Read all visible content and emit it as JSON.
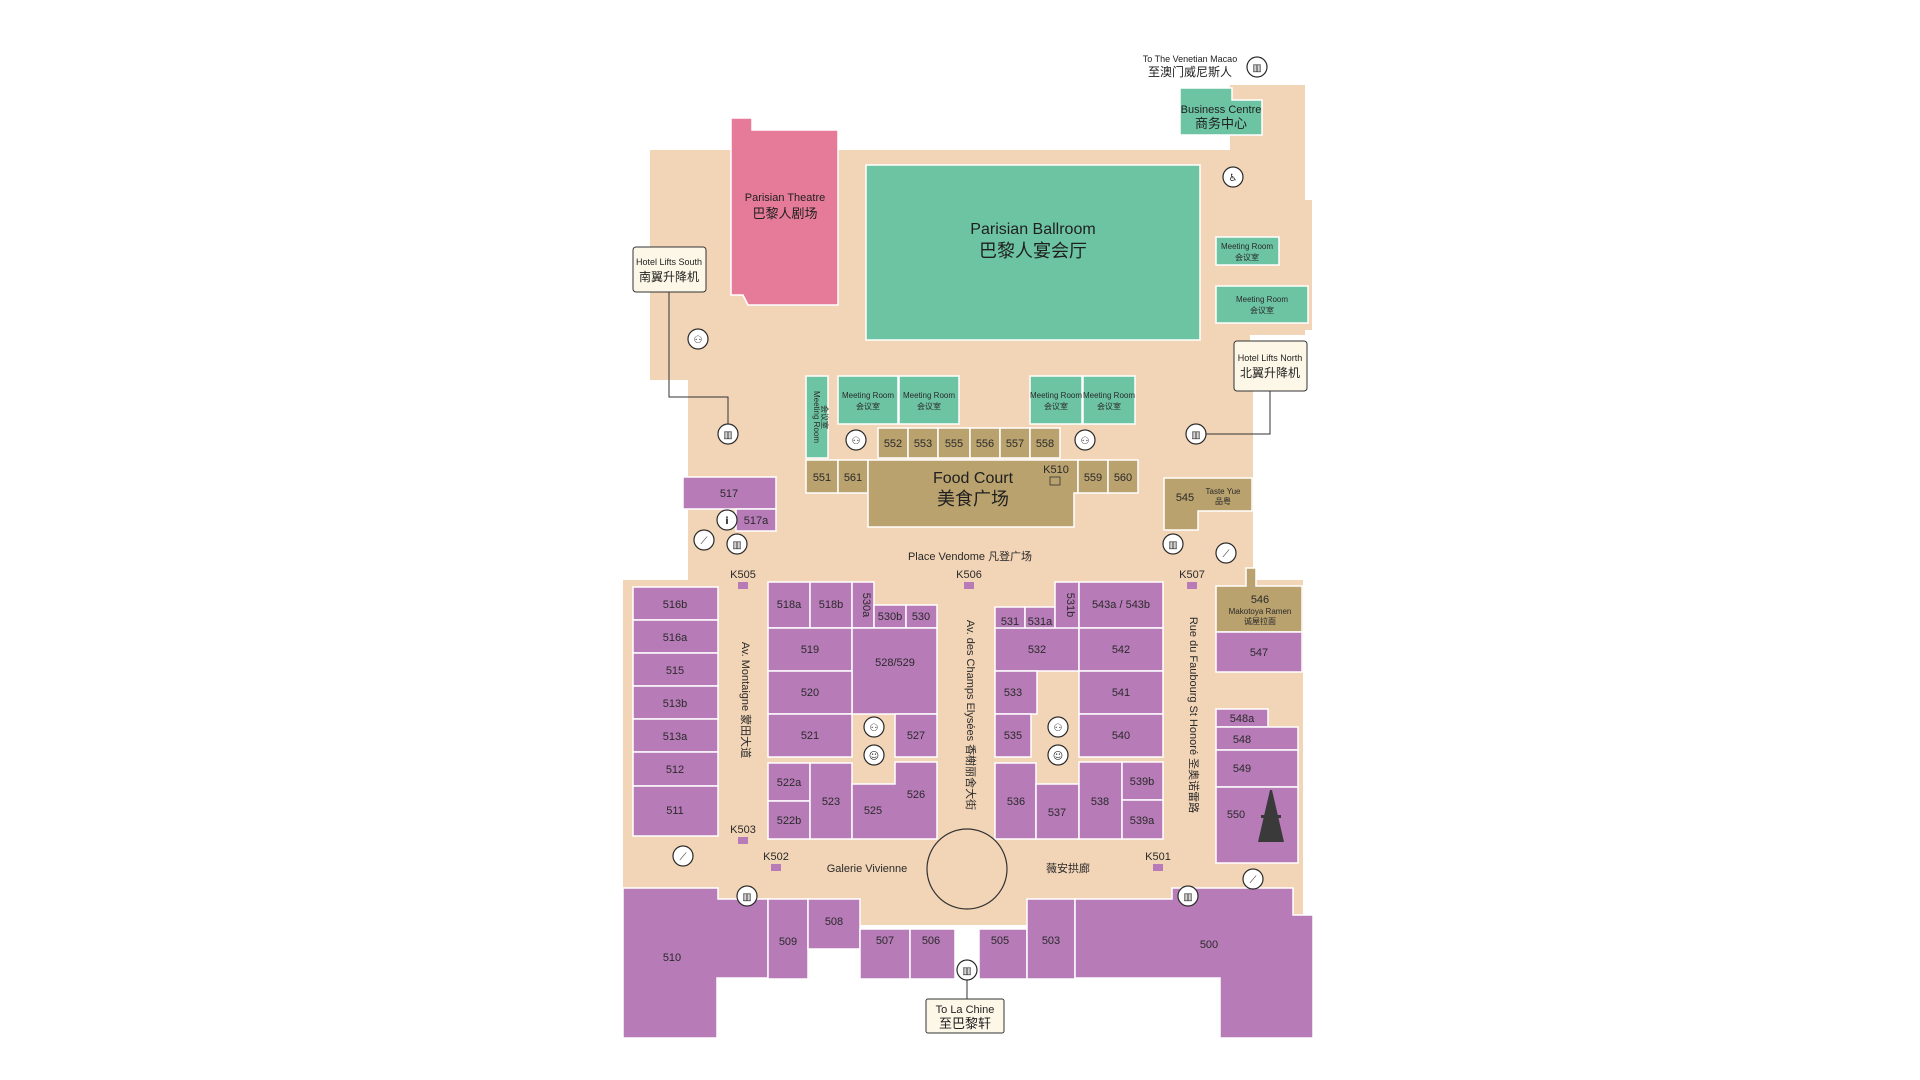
{
  "colors": {
    "floor": "#f2d4b6",
    "shop": "#b77bb8",
    "meeting": "#6dc4a3",
    "dining": "#b9a26e",
    "theatre": "#e57b99"
  },
  "labels": {
    "venetian_en": "To The Venetian Macao",
    "venetian_cn": "至澳门威尼斯人",
    "business_en": "Business Centre",
    "business_cn": "商务中心",
    "theatre_en": "Parisian Theatre",
    "theatre_cn": "巴黎人剧场",
    "ballroom_en": "Parisian Ballroom",
    "ballroom_cn": "巴黎人宴会厅",
    "meeting_en": "Meeting Room",
    "meeting_cn": "会议室",
    "lifts_south_en": "Hotel Lifts South",
    "lifts_south_cn": "南翼升降机",
    "lifts_north_en": "Hotel Lifts North",
    "lifts_north_cn": "北翼升降机",
    "foodcourt_en": "Food Court",
    "foodcourt_cn": "美食广场",
    "taste_yue_en": "Taste Yue",
    "taste_yue_cn": "品粤",
    "makotoya_en": "Makotoya Ramen",
    "makotoya_cn": "诚屋拉面",
    "place_vendome": "Place Vendome 凡登广场",
    "montaigne": "Av. Montaigne 蒙田大道",
    "champs": "Av. des Champs Elysées 香榭丽舍大街",
    "faubourg": "Rue du Faubourg St Honoré 圣奥诺雷路",
    "vivienne": "Galerie Vivienne",
    "vivienne_cn": "薇安拱廊",
    "lachine_en": "To La Chine",
    "lachine_cn": "至巴黎轩"
  },
  "units": {
    "u552": "552",
    "u553": "553",
    "u555": "555",
    "u556": "556",
    "u557": "557",
    "u558": "558",
    "u551": "551",
    "u561": "561",
    "u559": "559",
    "u560": "560",
    "k510": "K510",
    "u545": "545",
    "u546": "546",
    "u547": "547",
    "u517": "517",
    "u517a": "517a",
    "k505": "K505",
    "k506": "K506",
    "k507": "K507",
    "k503": "K503",
    "k502": "K502",
    "k501": "K501",
    "u516b": "516b",
    "u516a": "516a",
    "u515": "515",
    "u513b": "513b",
    "u513a": "513a",
    "u512": "512",
    "u511": "511",
    "u518a": "518a",
    "u518b": "518b",
    "u530a": "530a",
    "u530b": "530b",
    "u530": "530",
    "u519": "519",
    "u528": "528/529",
    "u520": "520",
    "u521": "521",
    "u527": "527",
    "u522a": "522a",
    "u522b": "522b",
    "u523": "523",
    "u525": "525",
    "u526": "526",
    "u531": "531",
    "u531a": "531a",
    "u531b": "531b",
    "u543": "543a / 543b",
    "u532": "532",
    "u542": "542",
    "u533": "533",
    "u541": "541",
    "u535": "535",
    "u540": "540",
    "u536": "536",
    "u537": "537",
    "u538": "538",
    "u539b": "539b",
    "u539a": "539a",
    "u548a": "548a",
    "u548": "548",
    "u549": "549",
    "u550": "550",
    "u510": "510",
    "u509": "509",
    "u508": "508",
    "u507": "507",
    "u506": "506",
    "u505": "505",
    "u503": "503",
    "u500": "500"
  }
}
